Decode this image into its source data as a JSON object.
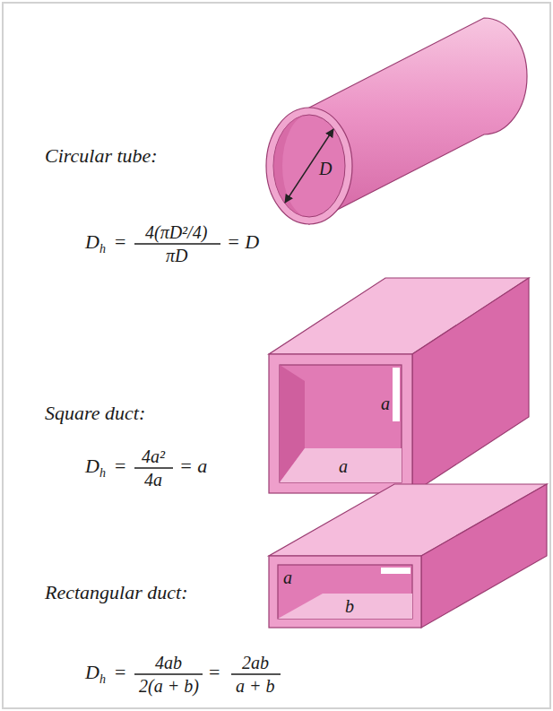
{
  "diagram": {
    "labels": [
      "Circular tube:",
      "D",
      "D",
      "h",
      "=",
      "4(πD²/4)",
      "πD",
      "= D",
      "Square duct:",
      "a",
      "a",
      "D",
      "h",
      "=",
      "4a²",
      "4a",
      "= a",
      "Rectangular duct:",
      "a",
      "b",
      "D",
      "h",
      "=",
      "4ab",
      "2(a + b)",
      "=",
      "2ab",
      "a + b"
    ]
  }
}
